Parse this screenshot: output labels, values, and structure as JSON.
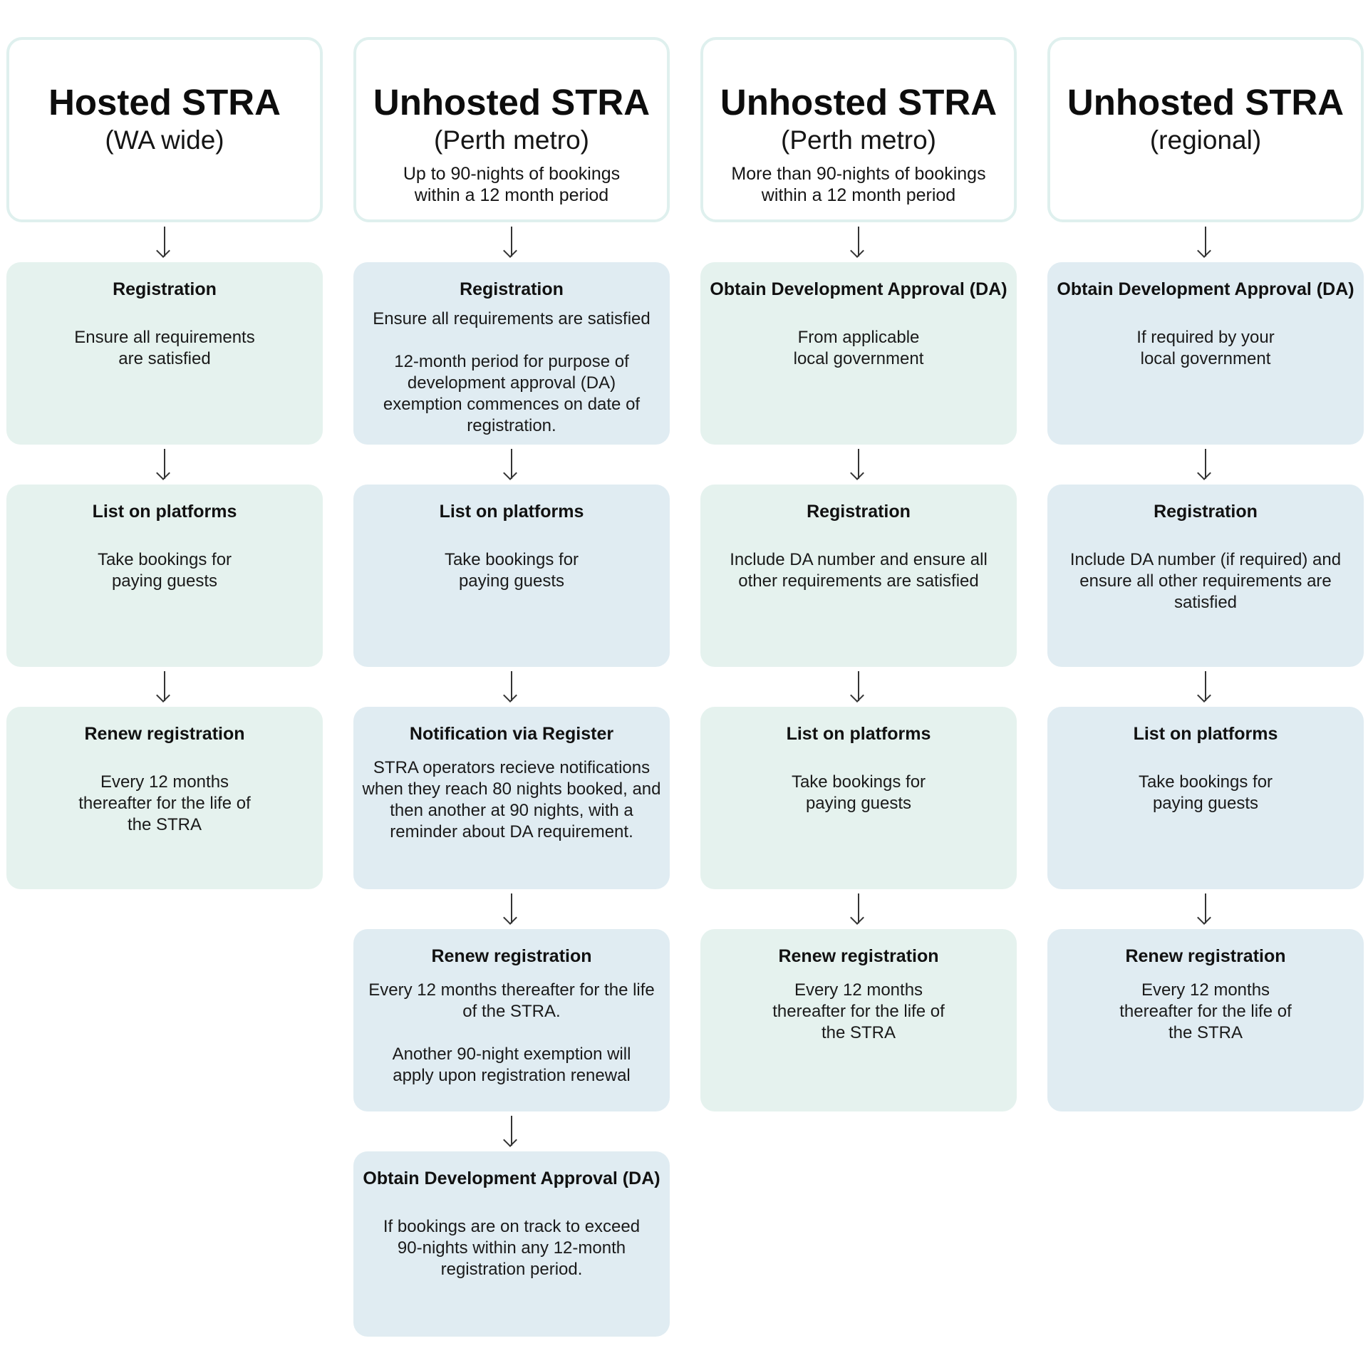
{
  "columns": [
    {
      "title": "Hosted STRA",
      "subtitle": "(WA wide)",
      "note": "",
      "steps": [
        {
          "title": "Registration",
          "text": "Ensure all requirements are satisfied",
          "text2": "",
          "color": "teal"
        },
        {
          "title": "List on platforms",
          "text": "Take bookings for paying guests",
          "text2": "",
          "color": "teal"
        },
        {
          "title": "Renew registration",
          "text": "Every 12 months thereafter for the life of the STRA",
          "text2": "",
          "color": "teal"
        }
      ]
    },
    {
      "title": "Unhosted STRA",
      "subtitle": "(Perth metro)",
      "note": "Up to 90-nights of bookings within a 12 month period",
      "steps": [
        {
          "title": "Registration",
          "text": "Ensure all requirements are satisfied",
          "text2": "12-month period for purpose of development approval (DA) exemption commences on date of registration.",
          "color": "blue"
        },
        {
          "title": "List on platforms",
          "text": "Take bookings for paying guests",
          "text2": "",
          "color": "blue"
        },
        {
          "title": "Notification via Register",
          "text": "STRA operators recieve notifications when they reach 80 nights booked, and then another at 90 nights, with a reminder about DA requirement.",
          "text2": "",
          "color": "blue"
        },
        {
          "title": "Renew registration",
          "text": "Every 12 months thereafter for the life of the STRA.",
          "text2": "Another 90-night exemption will apply upon registration renewal",
          "color": "blue"
        },
        {
          "title": "Obtain Development Approval (DA)",
          "text": "If bookings are on track to exceed 90-nights within any 12-month registration period.",
          "text2": "",
          "color": "blue"
        }
      ]
    },
    {
      "title": "Unhosted STRA",
      "subtitle": "(Perth metro)",
      "note": "More than 90-nights of bookings within a 12 month period",
      "steps": [
        {
          "title": "Obtain Development Approval (DA)",
          "text": "From applicable local government",
          "text2": "",
          "color": "teal"
        },
        {
          "title": "Registration",
          "text": "Include DA number and ensure all other requirements are satisfied",
          "text2": "",
          "color": "teal"
        },
        {
          "title": "List on platforms",
          "text": "Take bookings for paying guests",
          "text2": "",
          "color": "teal"
        },
        {
          "title": "Renew registration",
          "text": "Every 12 months thereafter for the life of the STRA",
          "text2": "",
          "color": "teal"
        }
      ]
    },
    {
      "title": "Unhosted STRA",
      "subtitle": "(regional)",
      "note": "",
      "steps": [
        {
          "title": "Obtain Development Approval (DA)",
          "text": "If required by your local government",
          "text2": "",
          "color": "blue"
        },
        {
          "title": "Registration",
          "text": "Include DA number (if required) and ensure all other requirements are satisfied",
          "text2": "",
          "color": "blue"
        },
        {
          "title": "List on platforms",
          "text": "Take bookings for paying guests",
          "text2": "",
          "color": "blue"
        },
        {
          "title": "Renew registration",
          "text": "Every 12 months thereafter for the life of the STRA",
          "text2": "",
          "color": "blue"
        }
      ]
    }
  ]
}
